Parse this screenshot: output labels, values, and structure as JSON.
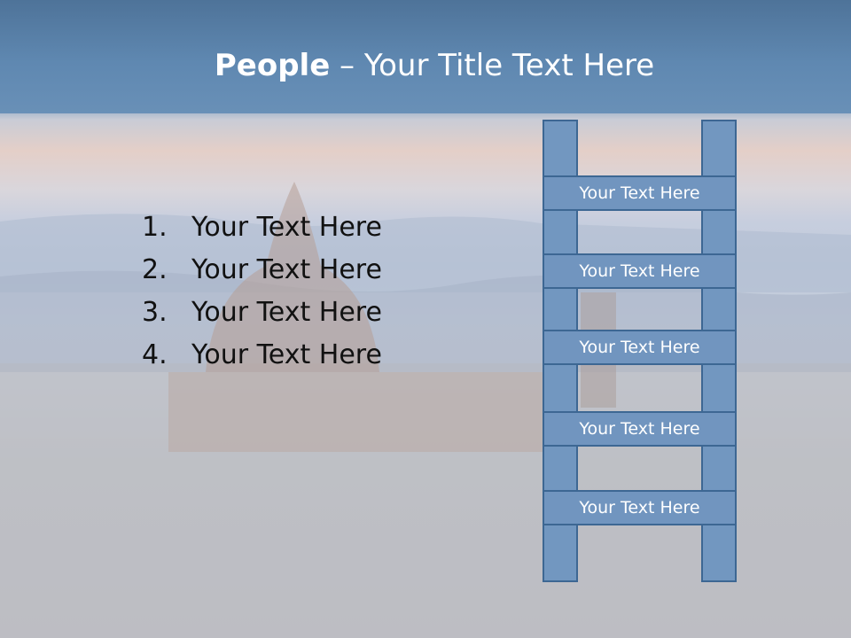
{
  "slide": {
    "title_bold": "People",
    "title_rest": " – Your Title Text Here"
  },
  "list": {
    "items": [
      {
        "number": "1.",
        "text": "Your Text Here"
      },
      {
        "number": "2.",
        "text": "Your Text Here"
      },
      {
        "number": "3.",
        "text": "Your Text Here"
      },
      {
        "number": "4.",
        "text": "Your Text Here"
      }
    ]
  },
  "ladder": {
    "rungs": [
      "Your Text Here",
      "Your Text Here",
      "Your Text Here",
      "Your Text Here",
      "Your Text Here"
    ]
  },
  "colors": {
    "header": "#5f88b1",
    "ladder_fill": "#7297c0",
    "ladder_border": "#3d6793"
  }
}
